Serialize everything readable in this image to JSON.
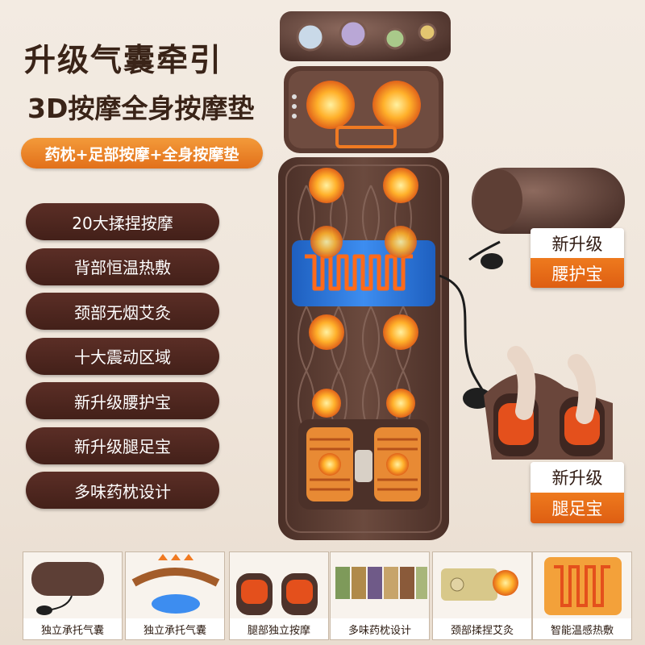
{
  "header": {
    "title": "升级气囊牵引",
    "subtitle": "3D按摩全身按摩垫",
    "highlight": "药枕+足部按摩+全身按摩垫"
  },
  "features": [
    "20大揉捏按摩",
    "背部恒温热敷",
    "颈部无烟艾灸",
    "十大震动区域",
    "新升级腰护宝",
    "新升级腿足宝",
    "多味药枕设计"
  ],
  "callouts": {
    "waist": {
      "top": "新升级",
      "bottom": "腰护宝"
    },
    "leg": {
      "top": "新升级",
      "bottom": "腿足宝"
    }
  },
  "thumbnails": [
    {
      "caption": "独立承托气囊",
      "icon": "pillow-pump-icon"
    },
    {
      "caption": "独立承托气囊",
      "icon": "airbag-icon"
    },
    {
      "caption": "腿部独立按摩",
      "icon": "leg-massager-icon"
    },
    {
      "caption": "多味药枕设计",
      "icon": "herbal-pillow-icon"
    },
    {
      "caption": "颈部揉捏艾灸",
      "icon": "neck-kneading-icon"
    },
    {
      "caption": "智能温感热敷",
      "icon": "heat-pad-icon"
    }
  ],
  "colors": {
    "accent_orange": "#e2701a",
    "feature_brown": "#4e261f",
    "mat_brown": "#5a3a30",
    "heat_blue": "#1f6ed8"
  }
}
